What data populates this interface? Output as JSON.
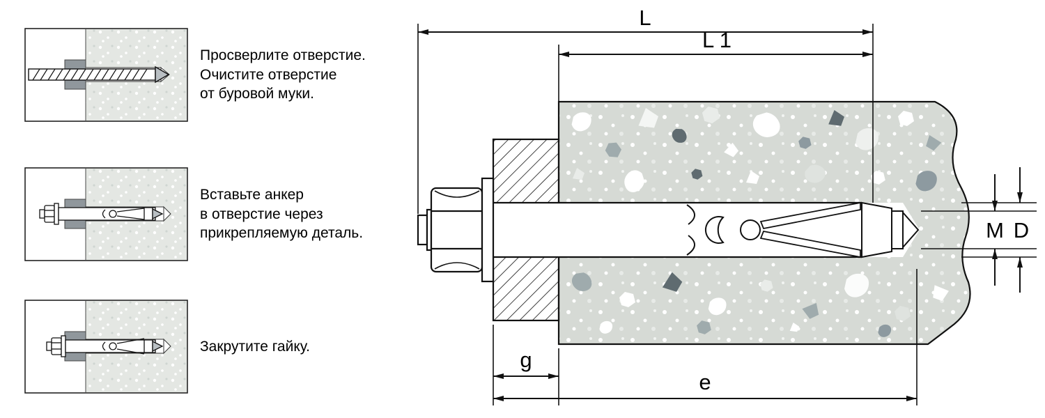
{
  "steps": [
    {
      "id": "drill-hole",
      "lines": [
        "Просверлите отверстие.",
        "Очистите отверстие",
        "от буровой муки."
      ]
    },
    {
      "id": "insert-anchor",
      "lines": [
        "Вставьте анкер",
        "в отверстие через",
        "прикрепляемую деталь."
      ]
    },
    {
      "id": "tighten-nut",
      "lines": [
        "Закрутите гайку."
      ]
    }
  ],
  "dimensions": {
    "L": {
      "label": "L"
    },
    "L1": {
      "label": "L 1"
    },
    "M": {
      "label": "M"
    },
    "D": {
      "label": "D"
    },
    "g": {
      "label": "g"
    },
    "e": {
      "label": "e"
    }
  },
  "colors": {
    "concrete_fill": "#d6dad5",
    "outline": "#111111",
    "metal_part_gray": "#90979c",
    "drill_tip_gray": "#b9bfc3"
  }
}
